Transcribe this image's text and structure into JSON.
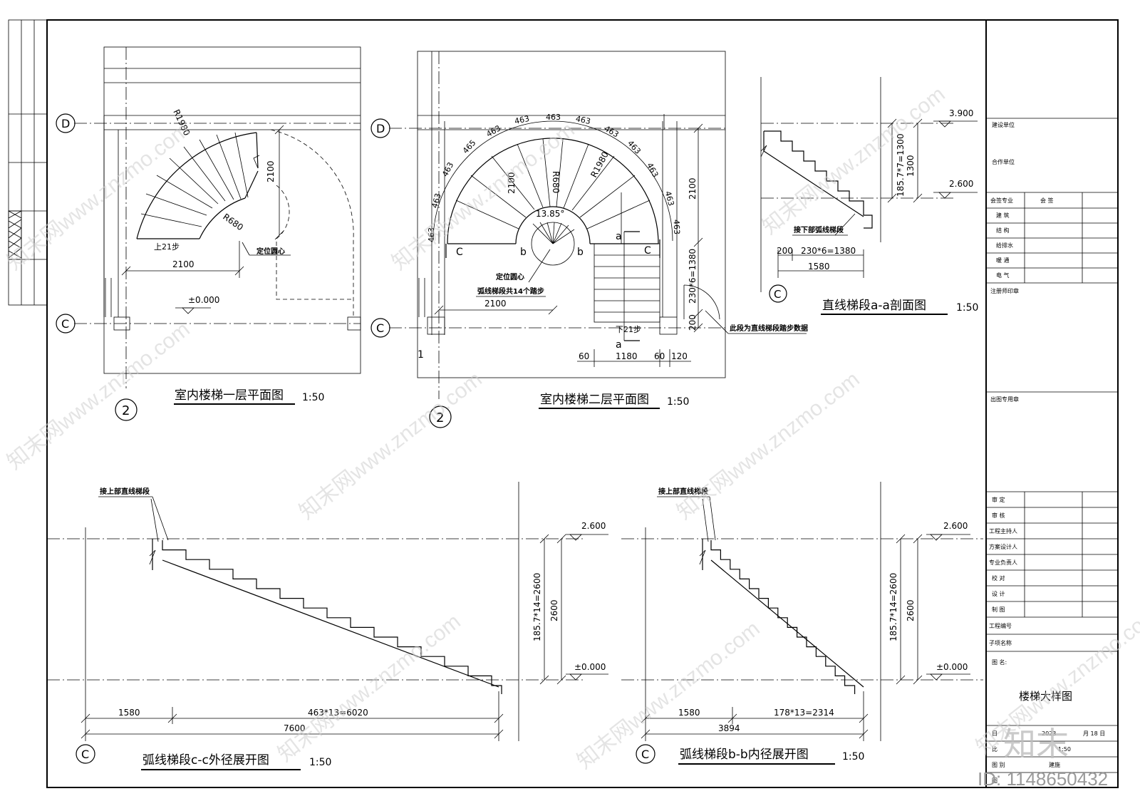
{
  "plans": {
    "floor1": {
      "title": "室内楼梯一层平面图",
      "scale": "1:50",
      "radius_outer": "R1980",
      "radius_inner": "R680",
      "dim_2100_v": "2100",
      "dim_2100_h": "2100",
      "up_steps": "上21步",
      "center_label": "定位圆心",
      "level": "±0.000",
      "axis_d": "D",
      "axis_c": "C",
      "axis_2": "2"
    },
    "floor2": {
      "title": "室内楼梯二层平面图",
      "scale": "1:50",
      "arc_dims": [
        "463",
        "463",
        "463",
        "465",
        "463",
        "463",
        "463",
        "463",
        "463",
        "463",
        "463",
        "463",
        "463"
      ],
      "radius_outer": "R1980",
      "radius_inner": "R680",
      "dim_2100_a": "2100",
      "dim_2100_b": "2100",
      "dim_2100_h": "2100",
      "dim_2100_v": "2100",
      "angle": "13.85°",
      "center_label": "定位圆心",
      "arc_steps": "弧线梯段共14个踏步",
      "down_steps": "下21步",
      "dim_stairs": "230*6=1380",
      "dim_200": "200",
      "dim_60a": "60",
      "dim_1180": "1180",
      "dim_60b": "60",
      "dim_120": "120",
      "note": "此段为直线梯段踏步数据",
      "sec_a": "a",
      "sec_b": "b",
      "sec_c": "C",
      "axis_d": "D",
      "axis_c": "C",
      "axis_2": "2",
      "mark_1": "1"
    }
  },
  "sections": {
    "aa": {
      "title": "直线梯段a-a剖面图",
      "scale": "1:50",
      "level_top": "3.900",
      "level_bottom": "2.600",
      "dim_riser": "185.7*7=1300",
      "dim_total": "1300",
      "note": "接下部弧线梯段",
      "dim_200": "200",
      "dim_tread": "230*6=1380",
      "dim_1580": "1580",
      "axis_c": "C"
    },
    "cc": {
      "title": "弧线梯段c-c外径展开图",
      "scale": "1:50",
      "note": "接上部直线梯段",
      "level_top": "2.600",
      "level_bottom": "±0.000",
      "dim_riser": "185.7*14=2600",
      "dim_total": "2600",
      "dim_1580": "1580",
      "dim_tread": "463*13=6020",
      "dim_7600": "7600",
      "axis_c": "C"
    },
    "bb": {
      "title": "弧线梯段b-b内径展开图",
      "scale": "1:50",
      "note": "接上部直线梯段",
      "level_top": "2.600",
      "level_bottom": "±0.000",
      "dim_riser": "185.7*14=2600",
      "dim_total": "2600",
      "dim_1580": "1580",
      "dim_tread": "178*13=2314",
      "dim_3894": "3894",
      "axis_c": "C"
    }
  },
  "title_block": {
    "build_unit": "建设单位",
    "coop_unit": "合作单位",
    "sign_major": "会签专业",
    "sign": "会  签",
    "disciplines": [
      "建  筑",
      "结  构",
      "给排水",
      "暖  通",
      "电  气"
    ],
    "seal_engineer": "注册师印章",
    "seal_plot": "出图专用章",
    "roles": [
      "审  定",
      "审  核",
      "工程主持人",
      "方案设计人",
      "专业负责人",
      "校  对",
      "设  计",
      "制  图"
    ],
    "project_no": "工程编号",
    "sub_name": "子项名称",
    "drawing_name_label": "图  名:",
    "drawing_name": "楼梯大样图",
    "date_label": "日",
    "date_year": "2023",
    "date_month": "月 18  日",
    "scale_label": "比",
    "scale_value": "1:50",
    "category_label": "图  别",
    "category_value": "建施",
    "sheet_label": "图"
  },
  "watermark": {
    "text": "知末网www.znzmo.com",
    "logo": "知末",
    "id": "ID: 1148650432"
  }
}
